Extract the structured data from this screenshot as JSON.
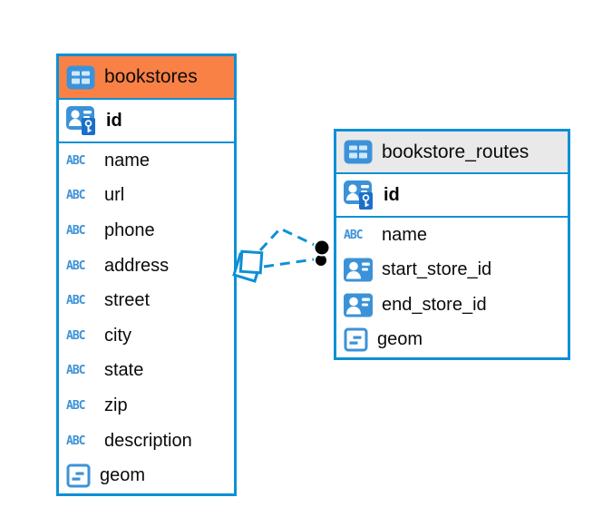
{
  "canvas": {
    "background": "#ffffff"
  },
  "colors": {
    "accent": "#0d90d6",
    "icon_blue": "#3c92d8",
    "key_badge_blue": "#1b6fc9",
    "bookstores_header": "#fa8145",
    "routes_header": "#e9e9e9",
    "text": "#0b0b0b"
  },
  "icons": {
    "abc_label": "ABC"
  },
  "tables": [
    {
      "title": "bookstores",
      "key_column": {
        "name": "id",
        "type": "primary-key"
      },
      "columns": [
        {
          "name": "name",
          "type": "text"
        },
        {
          "name": "url",
          "type": "text"
        },
        {
          "name": "phone",
          "type": "text"
        },
        {
          "name": "address",
          "type": "text"
        },
        {
          "name": "street",
          "type": "text"
        },
        {
          "name": "city",
          "type": "text"
        },
        {
          "name": "state",
          "type": "text"
        },
        {
          "name": "zip",
          "type": "text"
        },
        {
          "name": "description",
          "type": "text"
        },
        {
          "name": "geom",
          "type": "geometry"
        }
      ]
    },
    {
      "title": "bookstore_routes",
      "key_column": {
        "name": "id",
        "type": "primary-key"
      },
      "columns": [
        {
          "name": "name",
          "type": "text"
        },
        {
          "name": "start_store_id",
          "type": "reference"
        },
        {
          "name": "end_store_id",
          "type": "reference"
        },
        {
          "name": "geom",
          "type": "geometry"
        }
      ]
    }
  ],
  "connections": [
    {
      "from": "bookstores",
      "to": "bookstore_routes",
      "line_style": "dashed"
    },
    {
      "from": "bookstores",
      "to": "bookstore_routes",
      "line_style": "dashed"
    }
  ]
}
